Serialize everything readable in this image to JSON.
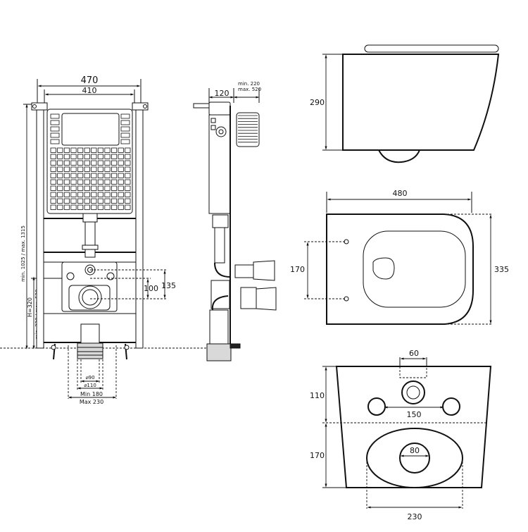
{
  "frame_front": {
    "width_outer": "470",
    "width_inner": "410",
    "height_range": "min. 1025 / max. 1315",
    "outlet_height": "H=320",
    "outlet_range": "min. 220 / max. 520",
    "spacing_135": "135",
    "spacing_100": "100",
    "pipe_90": "⌀90",
    "pipe_110": "⌀110",
    "outlet_min": "Min 180",
    "outlet_max": "Max 230"
  },
  "frame_side": {
    "depth": "120",
    "depth_range_min": "min. 220",
    "depth_range_max": "max. 520"
  },
  "bowl_side": {
    "height": "290"
  },
  "bowl_top": {
    "length": "480",
    "width": "335",
    "mount_spacing": "170"
  },
  "bowl_back": {
    "upper_height": "110",
    "lower_height": "170",
    "inlet_dia": "60",
    "bolt_spacing": "150",
    "outlet_dia": "80",
    "bottom_width": "230"
  }
}
